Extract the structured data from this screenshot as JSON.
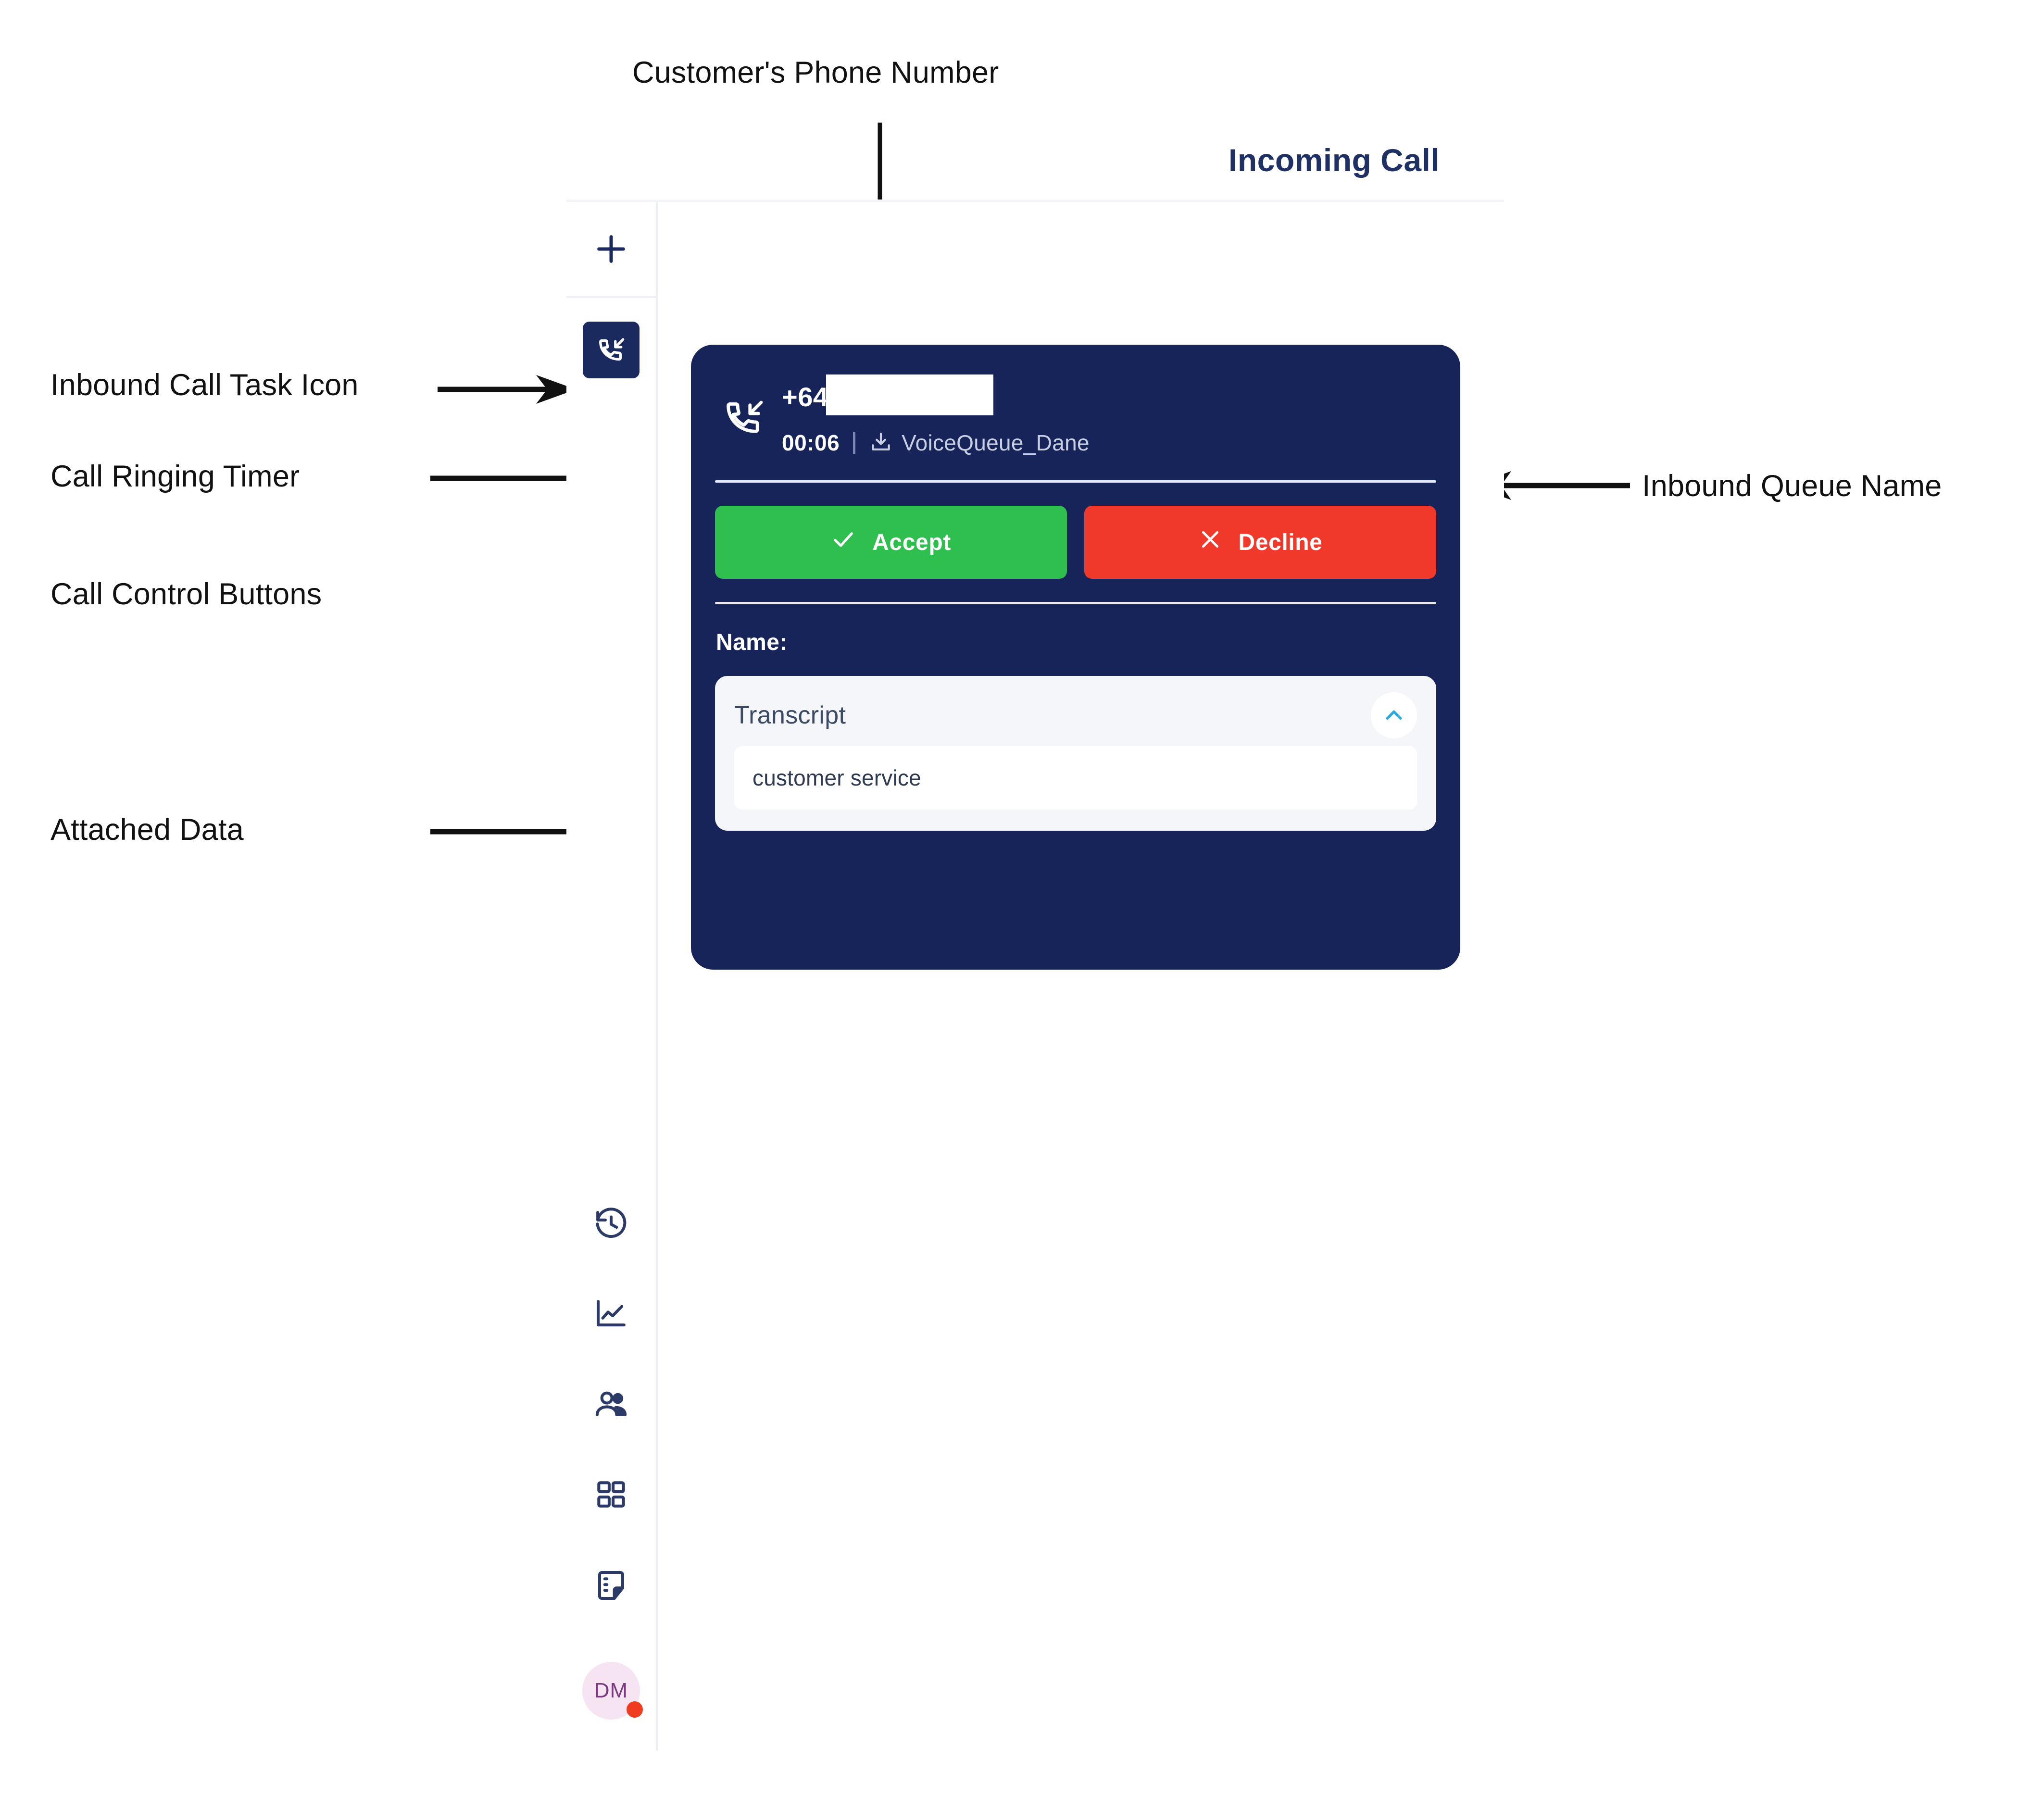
{
  "header": {
    "title": "Incoming Call"
  },
  "annotations": [
    {
      "id": "customers-phone-number",
      "label": "Customer's Phone Number",
      "arrow": "down"
    },
    {
      "id": "inbound-call-task-icon",
      "label": "Inbound Call Task Icon",
      "arrow": "right"
    },
    {
      "id": "call-ringing-timer",
      "label": "Call Ringing Timer",
      "arrow": "right"
    },
    {
      "id": "call-control-buttons",
      "label": "Call Control Buttons",
      "arrow": "none"
    },
    {
      "id": "attached-data",
      "label": "Attached Data",
      "arrow": "right"
    },
    {
      "id": "inbound-queue-name",
      "label": "Inbound Queue Name",
      "arrow": "left"
    }
  ],
  "sidebar": {
    "add_task_icon": "plus-icon",
    "active_task_icon": "inbound-call-icon",
    "items": [
      {
        "icon": "history-icon",
        "name": "history"
      },
      {
        "icon": "analytics-chart-icon",
        "name": "analytics"
      },
      {
        "icon": "contacts-icon",
        "name": "contacts"
      },
      {
        "icon": "apps-grid-icon",
        "name": "apps"
      },
      {
        "icon": "notes-icon",
        "name": "notes"
      }
    ],
    "avatar": {
      "initials": "DM",
      "status": "busy",
      "status_color": "#f03c20",
      "bg_color": "#f6e4f3",
      "text_color": "#7b3a80"
    }
  },
  "call_card": {
    "direction_icon": "inbound-call-icon",
    "phone_number": "+64",
    "phone_number_redacted": true,
    "timer": "00:06",
    "queue_icon": "inbound-queue-icon",
    "queue_name": "VoiceQueue_Dane",
    "accept_label": "Accept",
    "accept_icon": "check-icon",
    "accept_color": "#2fbf4f",
    "decline_label": "Decline",
    "decline_icon": "close-icon",
    "decline_color": "#f0392b",
    "name_label": "Name:",
    "name_value": "",
    "card_color": "#17245a",
    "attached_data": {
      "title": "Transcript",
      "toggle_icon": "chevron-up-icon",
      "toggle_color": "#29abe2",
      "value": "customer service"
    }
  }
}
